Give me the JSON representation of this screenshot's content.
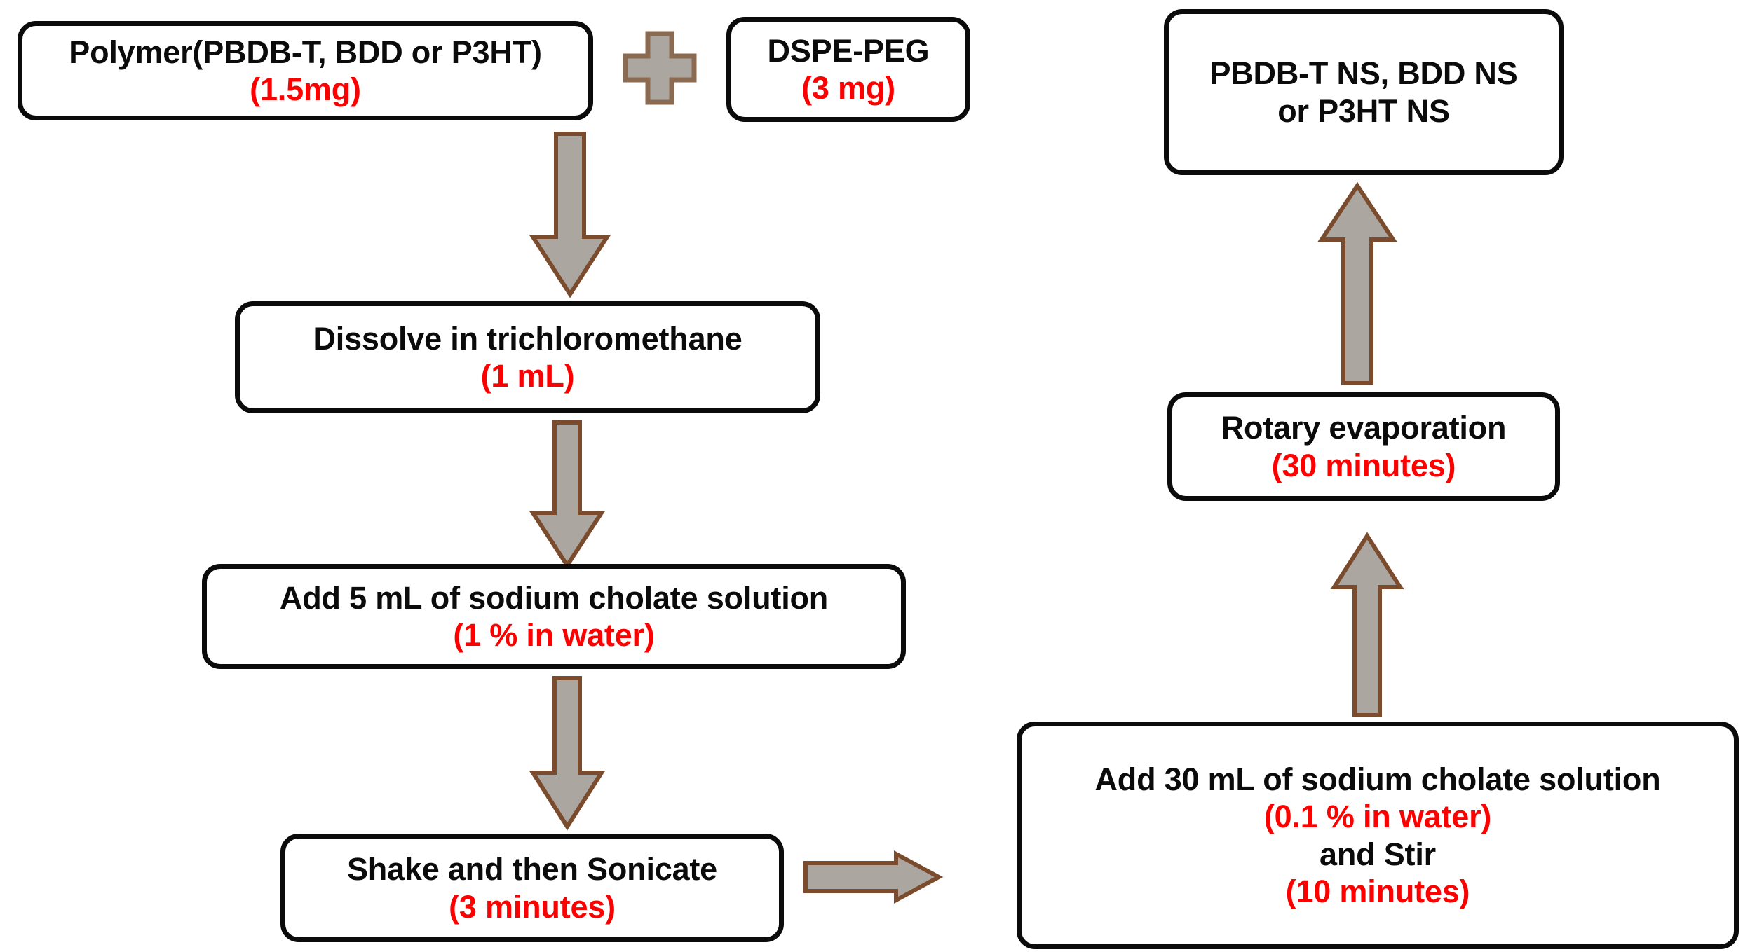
{
  "diagram": {
    "title": "Polymer nanoparticle preparation flowchart",
    "colors": {
      "box_border": "#0b0b0b",
      "box_fill": "#ffffff",
      "text_black": "#0b0b0b",
      "text_red": "#fe0000",
      "arrow_fill": "#aca6a1",
      "arrow_stroke": "#7a4b2d"
    },
    "nodes": {
      "polymer": {
        "line1": "Polymer(PBDB-T, BDD or P3HT)",
        "line2": "(1.5mg)"
      },
      "dspe_peg": {
        "line1": "DSPE-PEG",
        "line2": "(3 mg)"
      },
      "product": {
        "line1": "PBDB-T NS, BDD NS",
        "line2": "or P3HT NS"
      },
      "dissolve": {
        "line1": "Dissolve in trichloromethane",
        "line2": "(1 mL)"
      },
      "add_5ml": {
        "line1": "Add 5 mL of sodium cholate solution",
        "line2": "(1 % in water)"
      },
      "shake_sonicate": {
        "line1": "Shake and then Sonicate",
        "line2": "(3 minutes)"
      },
      "rotary_evaporation": {
        "line1": "Rotary evaporation",
        "line2": "(30 minutes)"
      },
      "add_30ml": {
        "line1": "Add 30 mL of sodium cholate solution",
        "line2": "(0.1 % in water)",
        "line3": "and Stir",
        "line4": "(10 minutes)"
      }
    },
    "connectors": {
      "plus": "plus-icon",
      "down_1": "arrow-down-icon",
      "down_2": "arrow-down-icon",
      "down_3": "arrow-down-icon",
      "right_1": "arrow-right-icon",
      "up_1": "arrow-up-icon",
      "up_2": "arrow-up-icon"
    }
  }
}
